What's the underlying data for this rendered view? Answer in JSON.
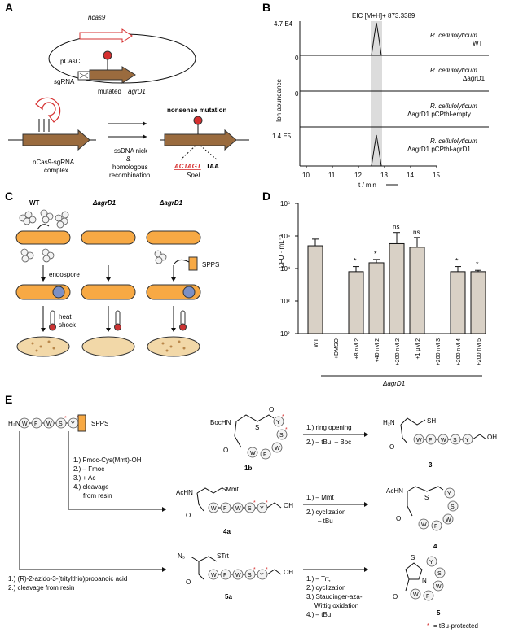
{
  "panels": {
    "A": "A",
    "B": "B",
    "C": "C",
    "D": "D",
    "E": "E"
  },
  "panelA": {
    "ncas9": "ncas9",
    "pcasc": "pCasC",
    "sgrna": "sgRNA",
    "mutated": "mutated",
    "gene": "agrD1",
    "complex_line1": "nCas9-sgRNA",
    "complex_line2": "complex",
    "nick": "ssDNA nick",
    "amp": "&",
    "homo": "homologous",
    "recomb": "recombination",
    "nonsense": "nonsense mutation",
    "seq_red": "ACTAGT",
    "seq_black": "TAA",
    "spei": "SpeI"
  },
  "panelB": {
    "title": "EIC [M+H]+ 873.3389",
    "ylabel": "Ion abundance",
    "xlabel": "t / min",
    "traces": [
      {
        "ymax": "4.7 E4",
        "ytop_label": "4.7 E4",
        "zero": "",
        "org": "R. cellulolyticum",
        "strain": "WT"
      },
      {
        "ymax": "0",
        "org": "R. cellulolyticum",
        "strain": "ΔagrD1"
      },
      {
        "ymax": "0",
        "org": "R. cellulolyticum",
        "strain": "ΔagrD1 pCPthl-empty"
      },
      {
        "ymax": "1.4 E5",
        "org": "R. cellulolyticum",
        "strain": "ΔagrD1 pCPthl-agrD1"
      }
    ],
    "ticks": [
      "10",
      "11",
      "12",
      "13",
      "14",
      "15"
    ]
  },
  "panelC": {
    "col1": "WT",
    "col2": "ΔagrD1",
    "col3": "ΔagrD1",
    "endospore": "endospore",
    "heat": "heat",
    "shock": "shock",
    "spps": "SPPS"
  },
  "chart_data": {
    "type": "bar",
    "ylabel": "CFU · mL⁻¹",
    "yscale": "log",
    "ylim": [
      100,
      1000000
    ],
    "yticks": [
      "10²",
      "10³",
      "10⁴",
      "10⁵",
      "10⁶"
    ],
    "categories": [
      "WT",
      "+DMSO",
      "+8 nM 2",
      "+40 nM 2",
      "+200 nM 2",
      "+1 µM 2",
      "+200 nM 3",
      "+200 nM 4",
      "+200 nM 5"
    ],
    "values": [
      50000,
      0,
      8000,
      15000,
      58000,
      45000,
      0,
      8000,
      8000
    ],
    "errors": [
      30000,
      0,
      3500,
      4000,
      70000,
      45000,
      0,
      3500,
      800
    ],
    "labels": [
      "",
      "",
      "*",
      "*",
      "ns",
      "ns",
      "",
      "*",
      "*"
    ],
    "group_label": "ΔagrD1"
  },
  "panelE": {
    "h2n": "H₂N",
    "seq": [
      "W",
      "F",
      "W",
      "S",
      "Y"
    ],
    "spps": "SPPS",
    "steps1": [
      "1.) Fmoc-Cys(Mmt)-OH",
      "2.) – Fmoc",
      "3.) + Ac",
      "4.) cleavage",
      "from resin"
    ],
    "steps5": [
      "1.) (R)-2-azido-3-(tritylthio)propanoic acid",
      "2.) cleavage from resin"
    ],
    "c1b": "1b",
    "c3": "3",
    "c4a": "4a",
    "c4": "4",
    "c5a": "5a",
    "c5": "5",
    "boc": "BocHN",
    "ach": "AcHN",
    "n3": "N₃",
    "smmt": "SMmt",
    "strt": "STrt",
    "sh": "SH",
    "oh": "OH",
    "h2n3": "H₂N",
    "o": "O",
    "s": "S",
    "n": "N",
    "r1": [
      "1.) ring opening",
      "2.) – tBu, – Boc"
    ],
    "r4": [
      "1.) – Mmt",
      "2.) cyclization",
      "– tBu"
    ],
    "r5": [
      "1.) – Trt,",
      "2.) cyclization",
      "3.) Staudinger-aza-",
      "Wittig oxidation",
      "4.) – tBu"
    ],
    "footnote": "= tBu-protected",
    "star": "*"
  }
}
